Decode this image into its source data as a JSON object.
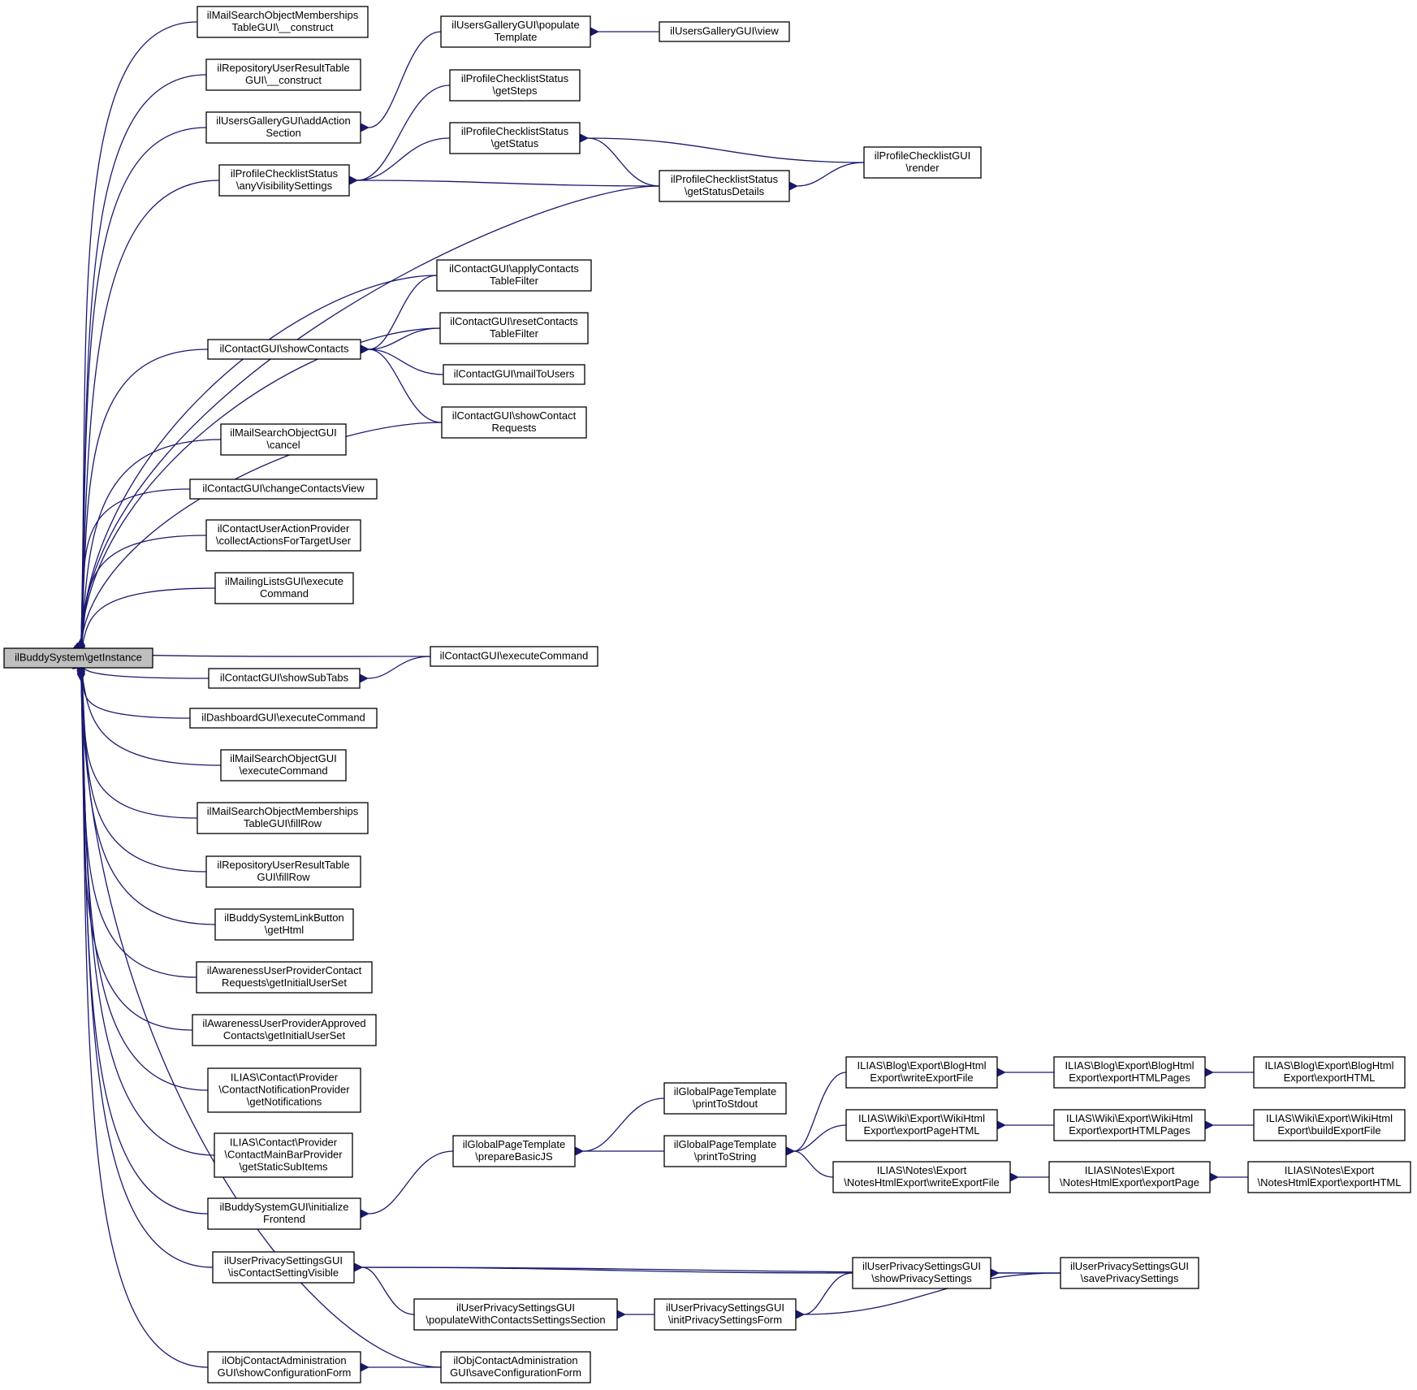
{
  "nodes": [
    {
      "id": "root",
      "root": true,
      "lines": [
        "ilBuddySystem\\getInstance"
      ]
    },
    {
      "id": "n1",
      "lines": [
        "ilMailSearchObjectMemberships",
        "TableGUI\\__construct"
      ]
    },
    {
      "id": "n2",
      "lines": [
        "ilRepositoryUserResultTable",
        "GUI\\__construct"
      ]
    },
    {
      "id": "n3",
      "lines": [
        "ilUsersGalleryGUI\\addAction",
        "Section"
      ]
    },
    {
      "id": "n4",
      "lines": [
        "ilProfileChecklistStatus",
        "\\anyVisibilitySettings"
      ]
    },
    {
      "id": "n5",
      "lines": [
        "ilContactGUI\\showContacts"
      ]
    },
    {
      "id": "n6",
      "lines": [
        "ilMailSearchObjectGUI",
        "\\cancel"
      ]
    },
    {
      "id": "n7",
      "lines": [
        "ilContactGUI\\changeContactsView"
      ]
    },
    {
      "id": "n8",
      "lines": [
        "ilContactUserActionProvider",
        "\\collectActionsForTargetUser"
      ]
    },
    {
      "id": "n9",
      "lines": [
        "ilMailingListsGUI\\execute",
        "Command"
      ]
    },
    {
      "id": "n10",
      "lines": [
        "ilContactGUI\\showSubTabs"
      ]
    },
    {
      "id": "n11",
      "lines": [
        "ilDashboardGUI\\executeCommand"
      ]
    },
    {
      "id": "n12",
      "lines": [
        "ilMailSearchObjectGUI",
        "\\executeCommand"
      ]
    },
    {
      "id": "n13",
      "lines": [
        "ilMailSearchObjectMemberships",
        "TableGUI\\fillRow"
      ]
    },
    {
      "id": "n14",
      "lines": [
        "ilRepositoryUserResultTable",
        "GUI\\fillRow"
      ]
    },
    {
      "id": "n15",
      "lines": [
        "ilBuddySystemLinkButton",
        "\\getHtml"
      ]
    },
    {
      "id": "n16",
      "lines": [
        "ilAwarenessUserProviderContact",
        "Requests\\getInitialUserSet"
      ]
    },
    {
      "id": "n17",
      "lines": [
        "ilAwarenessUserProviderApproved",
        "Contacts\\getInitialUserSet"
      ]
    },
    {
      "id": "n18",
      "lines": [
        "ILIAS\\Contact\\Provider",
        "\\ContactNotificationProvider",
        "\\getNotifications"
      ]
    },
    {
      "id": "n19",
      "lines": [
        "ILIAS\\Contact\\Provider",
        "\\ContactMainBarProvider",
        "\\getStaticSubItems"
      ]
    },
    {
      "id": "n20",
      "lines": [
        "ilBuddySystemGUI\\initialize",
        "Frontend"
      ]
    },
    {
      "id": "n21",
      "lines": [
        "ilUserPrivacySettingsGUI",
        "\\isContactSettingVisible"
      ]
    },
    {
      "id": "n22",
      "lines": [
        "ilObjContactAdministration",
        "GUI\\showConfigurationForm"
      ]
    },
    {
      "id": "n23",
      "lines": [
        "ilUsersGalleryGUI\\populate",
        "Template"
      ]
    },
    {
      "id": "n24",
      "lines": [
        "ilProfileChecklistStatus",
        "\\getSteps"
      ]
    },
    {
      "id": "n25",
      "lines": [
        "ilProfileChecklistStatus",
        "\\getStatus"
      ]
    },
    {
      "id": "n26",
      "lines": [
        "ilContactGUI\\applyContacts",
        "TableFilter"
      ]
    },
    {
      "id": "n27",
      "lines": [
        "ilContactGUI\\resetContacts",
        "TableFilter"
      ]
    },
    {
      "id": "n28",
      "lines": [
        "ilContactGUI\\mailToUsers"
      ]
    },
    {
      "id": "n29",
      "lines": [
        "ilContactGUI\\showContact",
        "Requests"
      ]
    },
    {
      "id": "n30",
      "lines": [
        "ilContactGUI\\executeCommand"
      ]
    },
    {
      "id": "n31",
      "lines": [
        "ilGlobalPageTemplate",
        "\\prepareBasicJS"
      ]
    },
    {
      "id": "n32",
      "lines": [
        "ilUserPrivacySettingsGUI",
        "\\populateWithContactsSettingsSection"
      ]
    },
    {
      "id": "n33",
      "lines": [
        "ilObjContactAdministration",
        "GUI\\saveConfigurationForm"
      ]
    },
    {
      "id": "n34",
      "lines": [
        "ilUsersGalleryGUI\\view"
      ]
    },
    {
      "id": "n35",
      "lines": [
        "ilProfileChecklistStatus",
        "\\getStatusDetails"
      ]
    },
    {
      "id": "n36",
      "lines": [
        "ilGlobalPageTemplate",
        "\\printToStdout"
      ]
    },
    {
      "id": "n37",
      "lines": [
        "ilGlobalPageTemplate",
        "\\printToString"
      ]
    },
    {
      "id": "n38",
      "lines": [
        "ilUserPrivacySettingsGUI",
        "\\initPrivacySettingsForm"
      ]
    },
    {
      "id": "n39",
      "lines": [
        "ilProfileChecklistGUI",
        "\\render"
      ]
    },
    {
      "id": "n40",
      "lines": [
        "ILIAS\\Blog\\Export\\BlogHtml",
        "Export\\writeExportFile"
      ]
    },
    {
      "id": "n41",
      "lines": [
        "ILIAS\\Wiki\\Export\\WikiHtml",
        "Export\\exportPageHTML"
      ]
    },
    {
      "id": "n42",
      "lines": [
        "ILIAS\\Notes\\Export",
        "\\NotesHtmlExport\\writeExportFile"
      ]
    },
    {
      "id": "n43",
      "lines": [
        "ilUserPrivacySettingsGUI",
        "\\showPrivacySettings"
      ]
    },
    {
      "id": "n44",
      "lines": [
        "ILIAS\\Blog\\Export\\BlogHtml",
        "Export\\exportHTMLPages"
      ]
    },
    {
      "id": "n45",
      "lines": [
        "ILIAS\\Wiki\\Export\\WikiHtml",
        "Export\\exportHTMLPages"
      ]
    },
    {
      "id": "n46",
      "lines": [
        "ILIAS\\Notes\\Export",
        "\\NotesHtmlExport\\exportPage"
      ]
    },
    {
      "id": "n47",
      "lines": [
        "ilUserPrivacySettingsGUI",
        "\\savePrivacySettings"
      ]
    },
    {
      "id": "n48",
      "lines": [
        "ILIAS\\Blog\\Export\\BlogHtml",
        "Export\\exportHTML"
      ]
    },
    {
      "id": "n49",
      "lines": [
        "ILIAS\\Wiki\\Export\\WikiHtml",
        "Export\\buildExportFile"
      ]
    },
    {
      "id": "n50",
      "lines": [
        "ILIAS\\Notes\\Export",
        "\\NotesHtmlExport\\exportHTML"
      ]
    }
  ],
  "edges": [
    [
      "n1",
      "root"
    ],
    [
      "n2",
      "root"
    ],
    [
      "n3",
      "root"
    ],
    [
      "n4",
      "root"
    ],
    [
      "n35",
      "root"
    ],
    [
      "n26",
      "root"
    ],
    [
      "n27",
      "root"
    ],
    [
      "n5",
      "root"
    ],
    [
      "n29",
      "root"
    ],
    [
      "n6",
      "root"
    ],
    [
      "n7",
      "root"
    ],
    [
      "n8",
      "root"
    ],
    [
      "n9",
      "root"
    ],
    [
      "n30",
      "root"
    ],
    [
      "n10",
      "root"
    ],
    [
      "n11",
      "root"
    ],
    [
      "n12",
      "root"
    ],
    [
      "n13",
      "root"
    ],
    [
      "n14",
      "root"
    ],
    [
      "n15",
      "root"
    ],
    [
      "n16",
      "root"
    ],
    [
      "n17",
      "root"
    ],
    [
      "n18",
      "root"
    ],
    [
      "n19",
      "root"
    ],
    [
      "n20",
      "root"
    ],
    [
      "n21",
      "root"
    ],
    [
      "n33",
      "root"
    ],
    [
      "n22",
      "root"
    ],
    [
      "n23",
      "n3"
    ],
    [
      "n34",
      "n23"
    ],
    [
      "n24",
      "n4"
    ],
    [
      "n25",
      "n4"
    ],
    [
      "n35",
      "n4"
    ],
    [
      "n35",
      "n25"
    ],
    [
      "n39",
      "n25"
    ],
    [
      "n39",
      "n35"
    ],
    [
      "n26",
      "n5"
    ],
    [
      "n27",
      "n5"
    ],
    [
      "n28",
      "n5"
    ],
    [
      "n29",
      "n5"
    ],
    [
      "n30",
      "n10"
    ],
    [
      "n31",
      "n20"
    ],
    [
      "n36",
      "n31"
    ],
    [
      "n37",
      "n31"
    ],
    [
      "n40",
      "n37"
    ],
    [
      "n41",
      "n37"
    ],
    [
      "n42",
      "n37"
    ],
    [
      "n44",
      "n40"
    ],
    [
      "n48",
      "n44"
    ],
    [
      "n45",
      "n41"
    ],
    [
      "n49",
      "n45"
    ],
    [
      "n46",
      "n42"
    ],
    [
      "n50",
      "n46"
    ],
    [
      "n47",
      "n21"
    ],
    [
      "n43",
      "n21"
    ],
    [
      "n32",
      "n21"
    ],
    [
      "n38",
      "n32"
    ],
    [
      "n43",
      "n38"
    ],
    [
      "n47",
      "n38"
    ],
    [
      "n47",
      "n43"
    ],
    [
      "n33",
      "n22"
    ]
  ]
}
